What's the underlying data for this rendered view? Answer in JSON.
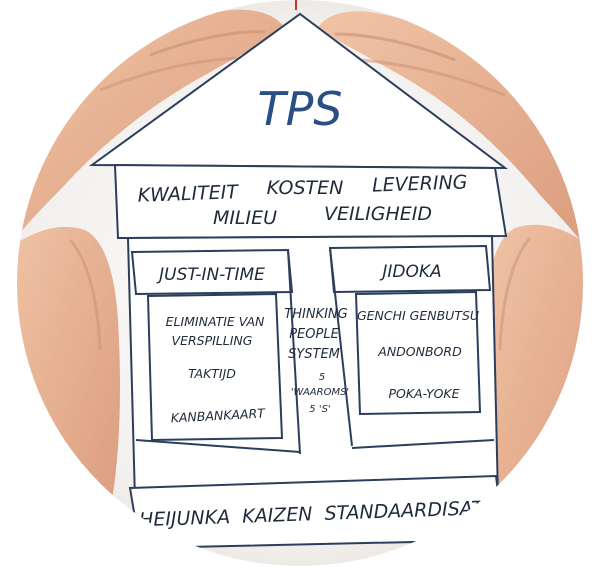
{
  "title": "TPS",
  "roof": {
    "row1": [
      "KWALITEIT",
      "KOSTEN",
      "LEVERING"
    ],
    "row2": [
      "MILIEU",
      "VEILIGHEID"
    ]
  },
  "pillars": {
    "left": {
      "header": "JUST-IN-TIME",
      "items": [
        "ELIMINATIE VAN",
        "VERSPILLING",
        "TAKTIJD",
        "KANBANKAART"
      ]
    },
    "center": {
      "lines": [
        "THINKING",
        "PEOPLE",
        "SYSTEM",
        "5",
        "'WAAROMS'",
        "5 'S'"
      ]
    },
    "right": {
      "header": "JIDOKA",
      "items": [
        "GENCHI GENBUTSU",
        "ANDONBORD",
        "POKA-YOKE"
      ]
    }
  },
  "foundation": "HEIJUNKA  KAIZEN  STANDAARDISATIE",
  "colors": {
    "ink": "#1f2b3a",
    "title": "#2a4f86",
    "skin": "#e8b393",
    "skin_shadow": "#c98f72",
    "paper": "#ffffff"
  }
}
